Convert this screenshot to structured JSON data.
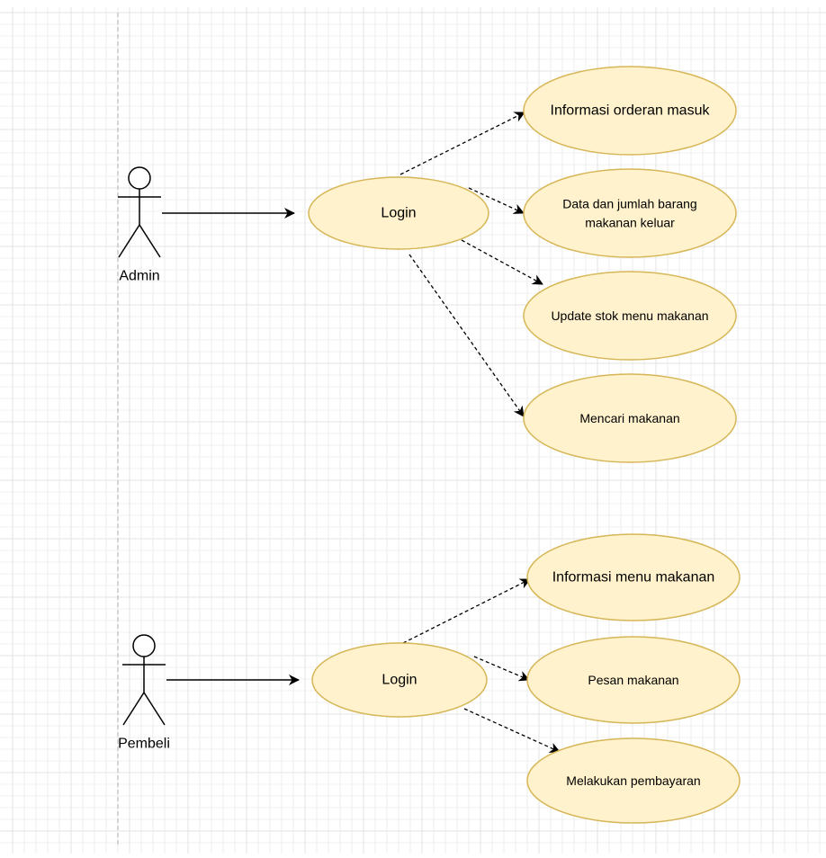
{
  "colors": {
    "usecase_fill": "#fff2cc",
    "usecase_stroke": "#d6b656",
    "grid_line": "#e3e3e3",
    "edge": "#000000",
    "guide_line": "#c8c8c8"
  },
  "diagram": {
    "actors": [
      {
        "id": "admin",
        "label": "Admin",
        "icon": "stick-figure-icon"
      },
      {
        "id": "pembeli",
        "label": "Pembeli",
        "icon": "stick-figure-icon"
      }
    ],
    "use_cases": [
      {
        "id": "admin-login",
        "lines": [
          "Login"
        ]
      },
      {
        "id": "informasi-orderan-masuk",
        "lines": [
          "Informasi orderan masuk"
        ]
      },
      {
        "id": "data-jumlah-barang",
        "lines": [
          "Data dan jumlah barang",
          "makanan keluar"
        ]
      },
      {
        "id": "update-stok-menu",
        "lines": [
          "Update stok menu makanan"
        ]
      },
      {
        "id": "mencari-makanan",
        "lines": [
          "Mencari makanan"
        ]
      },
      {
        "id": "pembeli-login",
        "lines": [
          "Login"
        ]
      },
      {
        "id": "informasi-menu-makanan",
        "lines": [
          "Informasi menu makanan"
        ]
      },
      {
        "id": "pesan-makanan",
        "lines": [
          "Pesan makanan"
        ]
      },
      {
        "id": "melakukan-pembayaran",
        "lines": [
          "Melakukan pembayaran"
        ]
      }
    ],
    "relations": [
      {
        "from": "admin",
        "to": "admin-login",
        "style": "solid"
      },
      {
        "from": "admin-login",
        "to": "informasi-orderan-masuk",
        "style": "dashed"
      },
      {
        "from": "admin-login",
        "to": "data-jumlah-barang",
        "style": "dashed"
      },
      {
        "from": "admin-login",
        "to": "update-stok-menu",
        "style": "dashed"
      },
      {
        "from": "admin-login",
        "to": "mencari-makanan",
        "style": "dashed"
      },
      {
        "from": "pembeli",
        "to": "pembeli-login",
        "style": "solid"
      },
      {
        "from": "pembeli-login",
        "to": "informasi-menu-makanan",
        "style": "dashed"
      },
      {
        "from": "pembeli-login",
        "to": "pesan-makanan",
        "style": "dashed"
      },
      {
        "from": "pembeli-login",
        "to": "melakukan-pembayaran",
        "style": "dashed"
      }
    ]
  }
}
